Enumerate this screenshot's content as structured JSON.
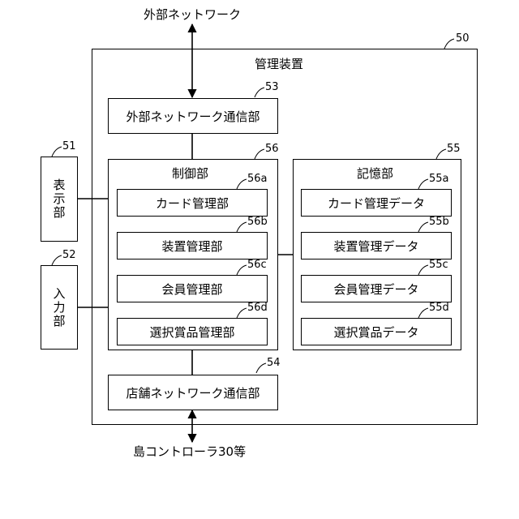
{
  "external_network": "外部ネットワーク",
  "island_controller": "島コントローラ30等",
  "management_device": {
    "ref": "50",
    "title": "管理装置"
  },
  "ext_comm": {
    "ref": "53",
    "label": "外部ネットワーク通信部"
  },
  "store_comm": {
    "ref": "54",
    "label": "店舗ネットワーク通信部"
  },
  "display": {
    "ref": "51",
    "label": "表示部"
  },
  "input": {
    "ref": "52",
    "label": "入力部"
  },
  "control": {
    "ref": "56",
    "title": "制御部",
    "items": [
      {
        "ref": "56a",
        "label": "カード管理部"
      },
      {
        "ref": "56b",
        "label": "装置管理部"
      },
      {
        "ref": "56c",
        "label": "会員管理部"
      },
      {
        "ref": "56d",
        "label": "選択賞品管理部"
      }
    ]
  },
  "storage": {
    "ref": "55",
    "title": "記憶部",
    "items": [
      {
        "ref": "55a",
        "label": "カード管理データ"
      },
      {
        "ref": "55b",
        "label": "装置管理データ"
      },
      {
        "ref": "55c",
        "label": "会員管理データ"
      },
      {
        "ref": "55d",
        "label": "選択賞品データ"
      }
    ]
  }
}
